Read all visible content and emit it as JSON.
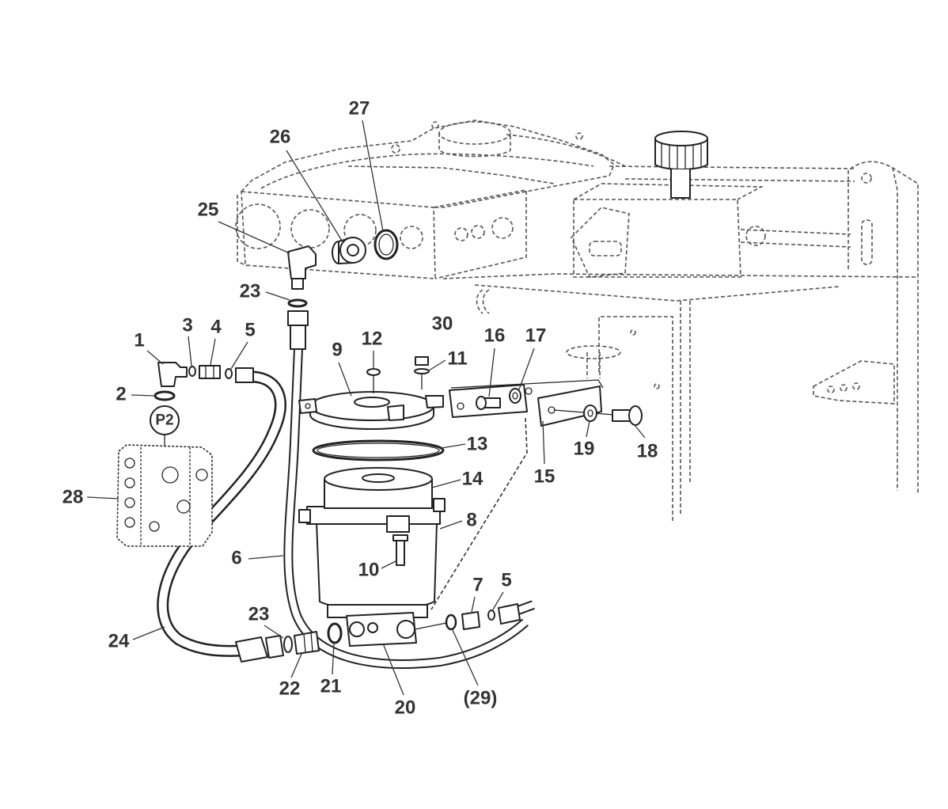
{
  "diagram": {
    "callouts": [
      "27",
      "26",
      "25",
      "23",
      "1",
      "3",
      "4",
      "5",
      "2",
      "P2",
      "28",
      "9",
      "12",
      "30",
      "11",
      "16",
      "17",
      "13",
      "14",
      "8",
      "10",
      "6",
      "15",
      "19",
      "18",
      "23",
      "24",
      "22",
      "21",
      "20",
      "7",
      "5",
      "(29)"
    ]
  }
}
